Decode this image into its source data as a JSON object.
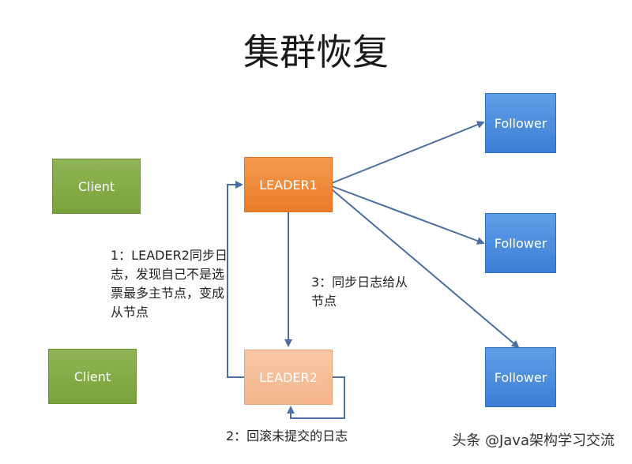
{
  "title": "集群恢复",
  "nodes": {
    "client_top": "Client",
    "client_bottom": "Client",
    "leader1": "LEADER1",
    "leader2": "LEADER2",
    "follower_1": "Follower",
    "follower_2": "Follower",
    "follower_3": "Follower"
  },
  "steps": {
    "step1": "1：LEADER2同步日志，发现自己不是选票最多主节点，变成从节点",
    "step2": "2：回滚未提交的日志",
    "step3": "3：同步日志给从节点"
  },
  "watermark": "头条 @Java架构学习交流",
  "colors": {
    "client": "#7aa23c",
    "leader1": "#ea7c2a",
    "leader2": "#f3b48b",
    "follower": "#3d7fd5",
    "arrow": "#4a6fa0"
  }
}
